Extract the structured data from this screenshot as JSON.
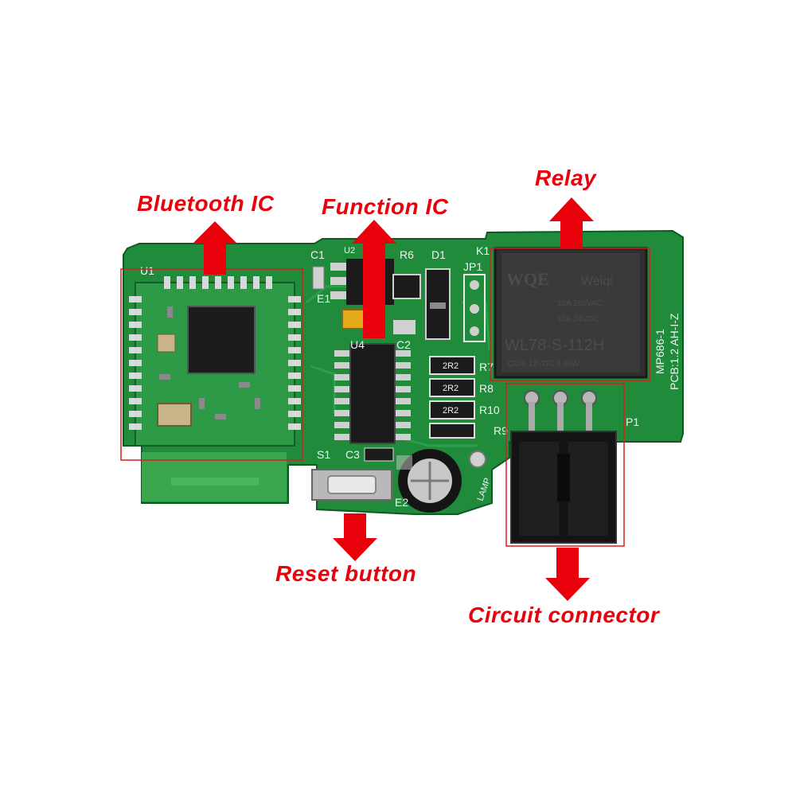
{
  "callouts": {
    "bluetooth_ic": "Bluetooth IC",
    "function_ic": "Function IC",
    "relay": "Relay",
    "reset_button": "Reset button",
    "circuit_connector": "Circuit connector"
  },
  "silkscreen": {
    "u1": "U1",
    "c1": "C1",
    "e1": "E1",
    "u2": "U2",
    "r6": "R6",
    "d1": "D1",
    "jp1": "JP1",
    "k1": "K1",
    "u4": "U4",
    "c2": "C2",
    "r7": "R7",
    "r8": "R8",
    "r10": "R10",
    "r9": "R9",
    "p1": "P1",
    "s1": "S1",
    "c3": "C3",
    "e2": "E2",
    "lamp": "LAMP",
    "board_id": "MP686-1",
    "pcb_rev": "PCB:1.2  AH-I-Z",
    "resistor_code": "2R2"
  },
  "relay_marking": {
    "brand": "WQE",
    "brand_sub": "Weiqi",
    "model": "WL78-S-112H",
    "line1": "10A 250VAC",
    "line2": "10A 24VDC",
    "line3": "COIL 12VDC 0.36W"
  },
  "colors": {
    "pcb": "#1e8a3a",
    "pcb_dark": "#156a2b",
    "callout": "#e8000b",
    "box": "#d42020"
  }
}
